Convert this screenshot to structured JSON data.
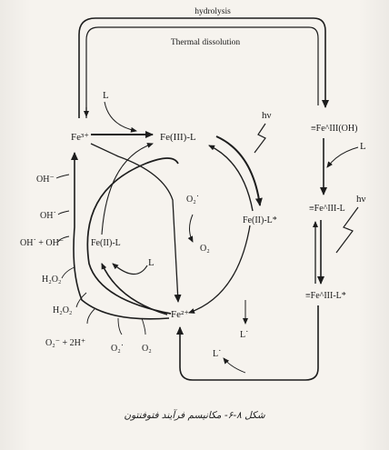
{
  "diagram": {
    "hydrolysis": "hydrolysis",
    "thermal_dissolution": "Thermal dissolution",
    "fe3": "Fe³⁺",
    "fe3_l": "Fe(III)-L",
    "fe2_l_star": "Fe(II)-L*",
    "fe2_l": "Fe(II)-L",
    "fe2": "Fe²⁺",
    "surface_fe_oh": "≡Fe^III(OH)",
    "surface_fe_l": "≡Fe^III-L",
    "surface_fe_l_star": "≡Fe^III-L*",
    "hv_top": "hν",
    "hv_right": "hν",
    "l_left": "L",
    "l_right": "L",
    "l_mid": "L",
    "l_minus_mid": "L˙",
    "l_minus_bottom": "L˙",
    "o2_minus_top": "O₂˙",
    "o2_top": "O₂",
    "oh_minus": "OH⁻",
    "oh_dot": "OH˙",
    "oh_plus_oh": "OH˙ + OH⁻",
    "h2o2_a": "H₂O₂",
    "h2o2_b": "H₂O₂",
    "o2_2h": "O₂⁻ + 2H⁺",
    "o2_minus_bottom": "O₂˙",
    "o2_bottom": "O₂"
  },
  "caption": "شکل ۸-۶- مکانیسم فرآیند فتوفنتون"
}
